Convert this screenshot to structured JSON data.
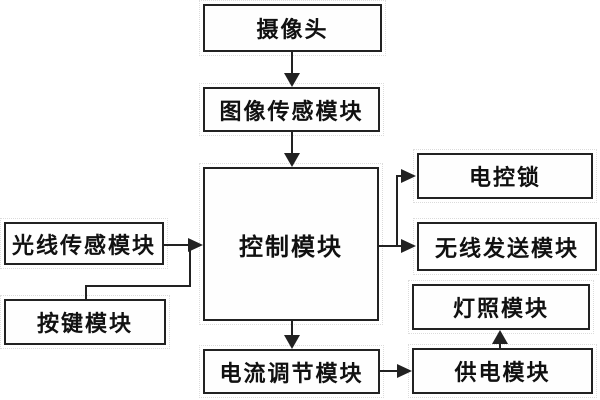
{
  "diagram": {
    "theme": {
      "background": "#ffffff",
      "box_fill": "#fefefe",
      "line_color": "#222222",
      "text_color": "#111111"
    },
    "nodes": {
      "camera": {
        "label": "摄像头"
      },
      "image_sensor": {
        "label": "图像传感模块"
      },
      "control": {
        "label": "控制模块"
      },
      "light_sensor": {
        "label": "光线传感模块"
      },
      "key": {
        "label": "按键模块"
      },
      "lock": {
        "label": "电控锁"
      },
      "wireless": {
        "label": "无线发送模块"
      },
      "lighting": {
        "label": "灯照模块"
      },
      "supply": {
        "label": "供电模块"
      },
      "current": {
        "label": "电流调节模块"
      }
    },
    "edges": [
      {
        "from": "摄像头",
        "to": "图像传感模块",
        "type": "arrow"
      },
      {
        "from": "图像传感模块",
        "to": "控制模块",
        "type": "arrow"
      },
      {
        "from": "光线传感模块",
        "to": "控制模块",
        "type": "arrow"
      },
      {
        "from": "按键模块",
        "to": "控制模块",
        "type": "arrow"
      },
      {
        "from": "控制模块",
        "to": "电控锁",
        "type": "arrow"
      },
      {
        "from": "控制模块",
        "to": "无线发送模块",
        "type": "arrow"
      },
      {
        "from": "控制模块",
        "to": "电流调节模块",
        "type": "arrow"
      },
      {
        "from": "电流调节模块",
        "to": "供电模块",
        "type": "arrow"
      },
      {
        "from": "供电模块",
        "to": "灯照模块",
        "type": "arrow"
      }
    ]
  }
}
